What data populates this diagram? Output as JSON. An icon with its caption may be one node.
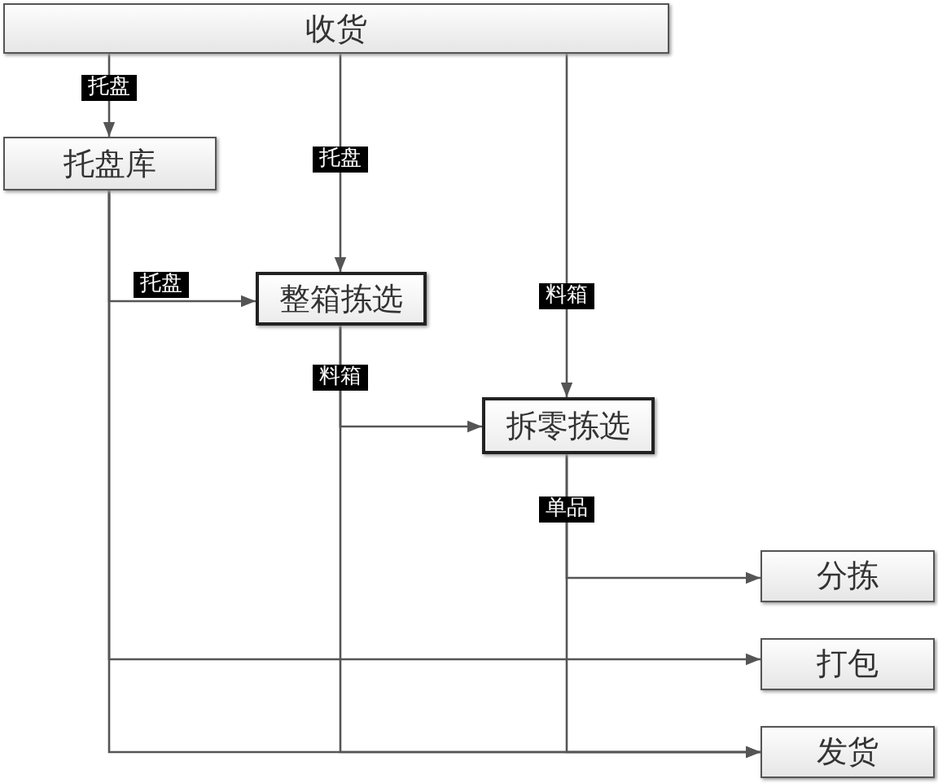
{
  "diagram": {
    "nodes": [
      {
        "text": [
          "收货"
        ]
      },
      {
        "text": [
          "托盘库"
        ]
      },
      {
        "text": [
          "整箱拣选"
        ]
      },
      {
        "text": [
          "拆零拣选"
        ]
      },
      {
        "text": [
          "分拣"
        ]
      },
      {
        "text": [
          "打包"
        ]
      },
      {
        "text": [
          "发货"
        ]
      }
    ],
    "edges": [
      {
        "from": 0,
        "to": 1,
        "arrow": "to",
        "label": "托盘"
      },
      {
        "from": 0,
        "to": 2,
        "arrow": "to",
        "label": "托盘"
      },
      {
        "from": 0,
        "to": 3,
        "arrow": "to",
        "label": "料箱"
      },
      {
        "from": 1,
        "to": 2,
        "arrow": "to",
        "label": "托盘"
      },
      {
        "from": 2,
        "to": 3,
        "arrow": "to",
        "label": "料箱"
      },
      {
        "from": 3,
        "to": 4,
        "arrow": "to",
        "label": "单品"
      },
      {
        "from": 3,
        "to": 6,
        "arrow": "to"
      },
      {
        "from": 1,
        "to": 5,
        "arrow": "to"
      },
      {
        "from": 1,
        "to": 6,
        "arrow": "to"
      },
      {
        "from": 2,
        "to": 6,
        "arrow": "to"
      }
    ]
  }
}
